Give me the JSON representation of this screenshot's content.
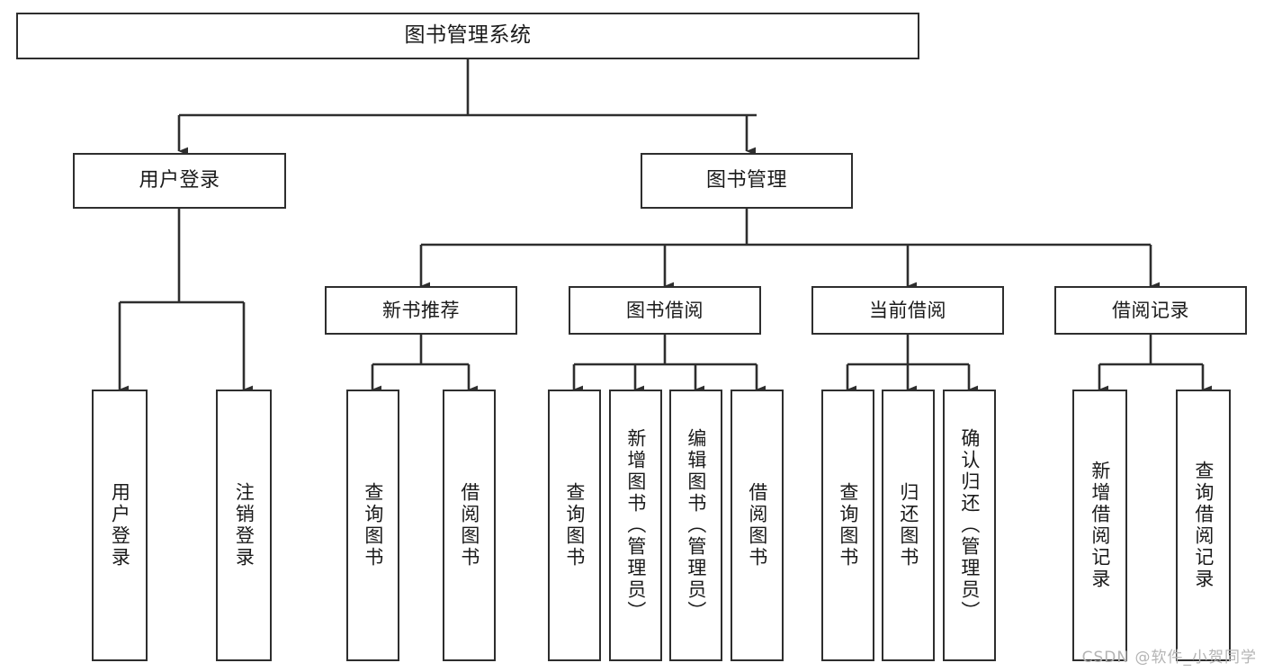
{
  "diagram": {
    "title": "图书管理系统",
    "watermark": "CSDN @软件_小贺同学",
    "style": {
      "border_color": "#2e2e2e",
      "background": "#ffffff",
      "text_color": "#1a1a1a",
      "watermark_color": "#b4b4b4"
    },
    "root": {
      "label": "图书管理系统"
    },
    "level2": [
      {
        "id": "user-login",
        "label": "用户登录"
      },
      {
        "id": "book-management",
        "label": "图书管理"
      }
    ],
    "level3": [
      {
        "id": "new-book-recommend",
        "label": "新书推荐",
        "parent": "book-management"
      },
      {
        "id": "book-borrow",
        "label": "图书借阅",
        "parent": "book-management"
      },
      {
        "id": "current-borrow",
        "label": "当前借阅",
        "parent": "book-management"
      },
      {
        "id": "borrow-record",
        "label": "借阅记录",
        "parent": "book-management"
      }
    ],
    "leaves": [
      {
        "id": "leaf-user-login",
        "label": "用户登录",
        "parent": "user-login"
      },
      {
        "id": "leaf-logout",
        "label": "注销登录",
        "parent": "user-login"
      },
      {
        "id": "leaf-query-book-1",
        "label": "查询图书",
        "parent": "new-book-recommend"
      },
      {
        "id": "leaf-borrow-book-1",
        "label": "借阅图书",
        "parent": "new-book-recommend"
      },
      {
        "id": "leaf-query-book-2",
        "label": "查询图书",
        "parent": "book-borrow"
      },
      {
        "id": "leaf-add-book",
        "label": "新增图书（管理员）",
        "parent": "book-borrow"
      },
      {
        "id": "leaf-edit-book",
        "label": "编辑图书（管理员）",
        "parent": "book-borrow"
      },
      {
        "id": "leaf-borrow-book-2",
        "label": "借阅图书",
        "parent": "book-borrow"
      },
      {
        "id": "leaf-query-book-3",
        "label": "查询图书",
        "parent": "current-borrow"
      },
      {
        "id": "leaf-return-book",
        "label": "归还图书",
        "parent": "current-borrow"
      },
      {
        "id": "leaf-confirm-return",
        "label": "确认归还（管理员）",
        "parent": "current-borrow"
      },
      {
        "id": "leaf-add-record",
        "label": "新增借阅记录",
        "parent": "borrow-record"
      },
      {
        "id": "leaf-query-record",
        "label": "查询借阅记录",
        "parent": "borrow-record"
      }
    ]
  }
}
